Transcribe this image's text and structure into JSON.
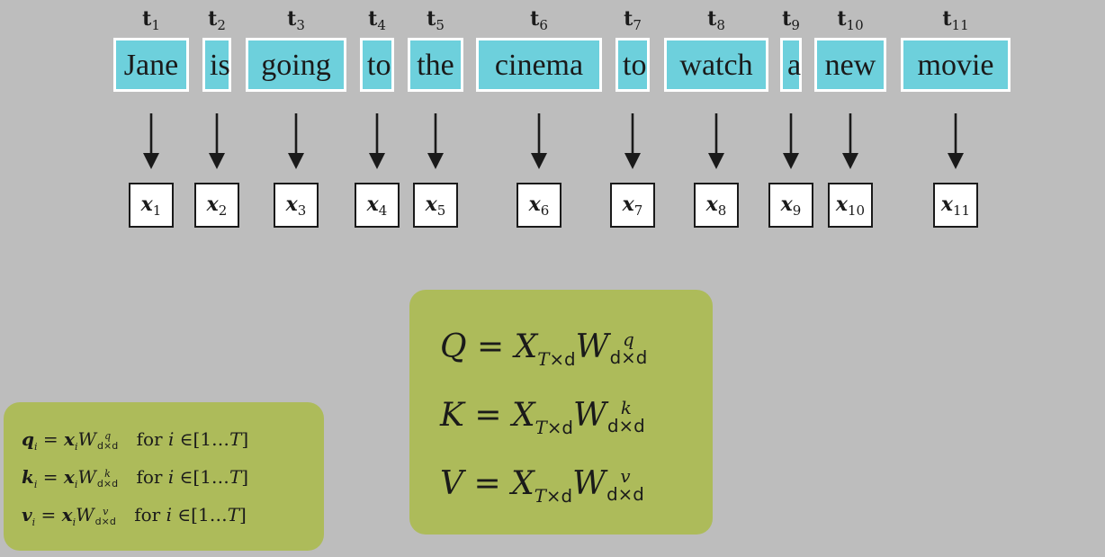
{
  "tokens": [
    {
      "t_base": "t",
      "t_index": "1",
      "word": "Jane",
      "x_base": "x",
      "x_index": "1"
    },
    {
      "t_base": "t",
      "t_index": "2",
      "word": "is",
      "x_base": "x",
      "x_index": "2"
    },
    {
      "t_base": "t",
      "t_index": "3",
      "word": "going",
      "x_base": "x",
      "x_index": "3"
    },
    {
      "t_base": "t",
      "t_index": "4",
      "word": "to",
      "x_base": "x",
      "x_index": "4"
    },
    {
      "t_base": "t",
      "t_index": "5",
      "word": "the",
      "x_base": "x",
      "x_index": "5"
    },
    {
      "t_base": "t",
      "t_index": "6",
      "word": "cinema",
      "x_base": "x",
      "x_index": "6"
    },
    {
      "t_base": "t",
      "t_index": "7",
      "word": "to",
      "x_base": "x",
      "x_index": "7"
    },
    {
      "t_base": "t",
      "t_index": "8",
      "word": "watch",
      "x_base": "x",
      "x_index": "8"
    },
    {
      "t_base": "t",
      "t_index": "9",
      "word": "a",
      "x_base": "x",
      "x_index": "9"
    },
    {
      "t_base": "t",
      "t_index": "10",
      "word": "new",
      "x_base": "x",
      "x_index": "10"
    },
    {
      "t_base": "t",
      "t_index": "11",
      "word": "movie",
      "x_base": "x",
      "x_index": "11"
    }
  ],
  "per_token_equations": [
    {
      "lhs": "q",
      "lhs_sub": "i",
      "eq": "=",
      "x": "x",
      "x_sub": "i",
      "w": "W",
      "w_sup": "q",
      "w_sub": "d×d",
      "tail_for": "for",
      "tail_i": "i",
      "tail_in": "∈",
      "tail_range": "[1…",
      "tail_T": "T",
      "tail_close": "]"
    },
    {
      "lhs": "k",
      "lhs_sub": "i",
      "eq": "=",
      "x": "x",
      "x_sub": "i",
      "w": "W",
      "w_sup": "k",
      "w_sub": "d×d",
      "tail_for": "for",
      "tail_i": "i",
      "tail_in": "∈",
      "tail_range": "[1…",
      "tail_T": "T",
      "tail_close": "]"
    },
    {
      "lhs": "v",
      "lhs_sub": "i",
      "eq": "=",
      "x": "x",
      "x_sub": "i",
      "w": "W",
      "w_sup": "v",
      "w_sub": "d×d",
      "tail_for": "for",
      "tail_i": "i",
      "tail_in": "∈",
      "tail_range": "[1…",
      "tail_T": "T",
      "tail_close": "]"
    }
  ],
  "matrix_equations": [
    {
      "lhs": "Q",
      "eq": "=",
      "x": "X",
      "x_sub_T": "T",
      "x_sub_rest": "×d",
      "w": "W",
      "w_sup": "q",
      "w_sub": "d×d"
    },
    {
      "lhs": "K",
      "eq": "=",
      "x": "X",
      "x_sub_T": "T",
      "x_sub_rest": "×d",
      "w": "W",
      "w_sup": "k",
      "w_sub": "d×d"
    },
    {
      "lhs": "V",
      "eq": "=",
      "x": "X",
      "x_sub_T": "T",
      "x_sub_rest": "×d",
      "w": "W",
      "w_sup": "v",
      "w_sub": "d×d"
    }
  ],
  "colors": {
    "background": "#bdbdbd",
    "token_fill": "#6dd0dc",
    "token_border": "#ffffff",
    "panel_fill": "#adbb5a",
    "embedding_fill": "#ffffff",
    "ink": "#1a1a1a"
  }
}
